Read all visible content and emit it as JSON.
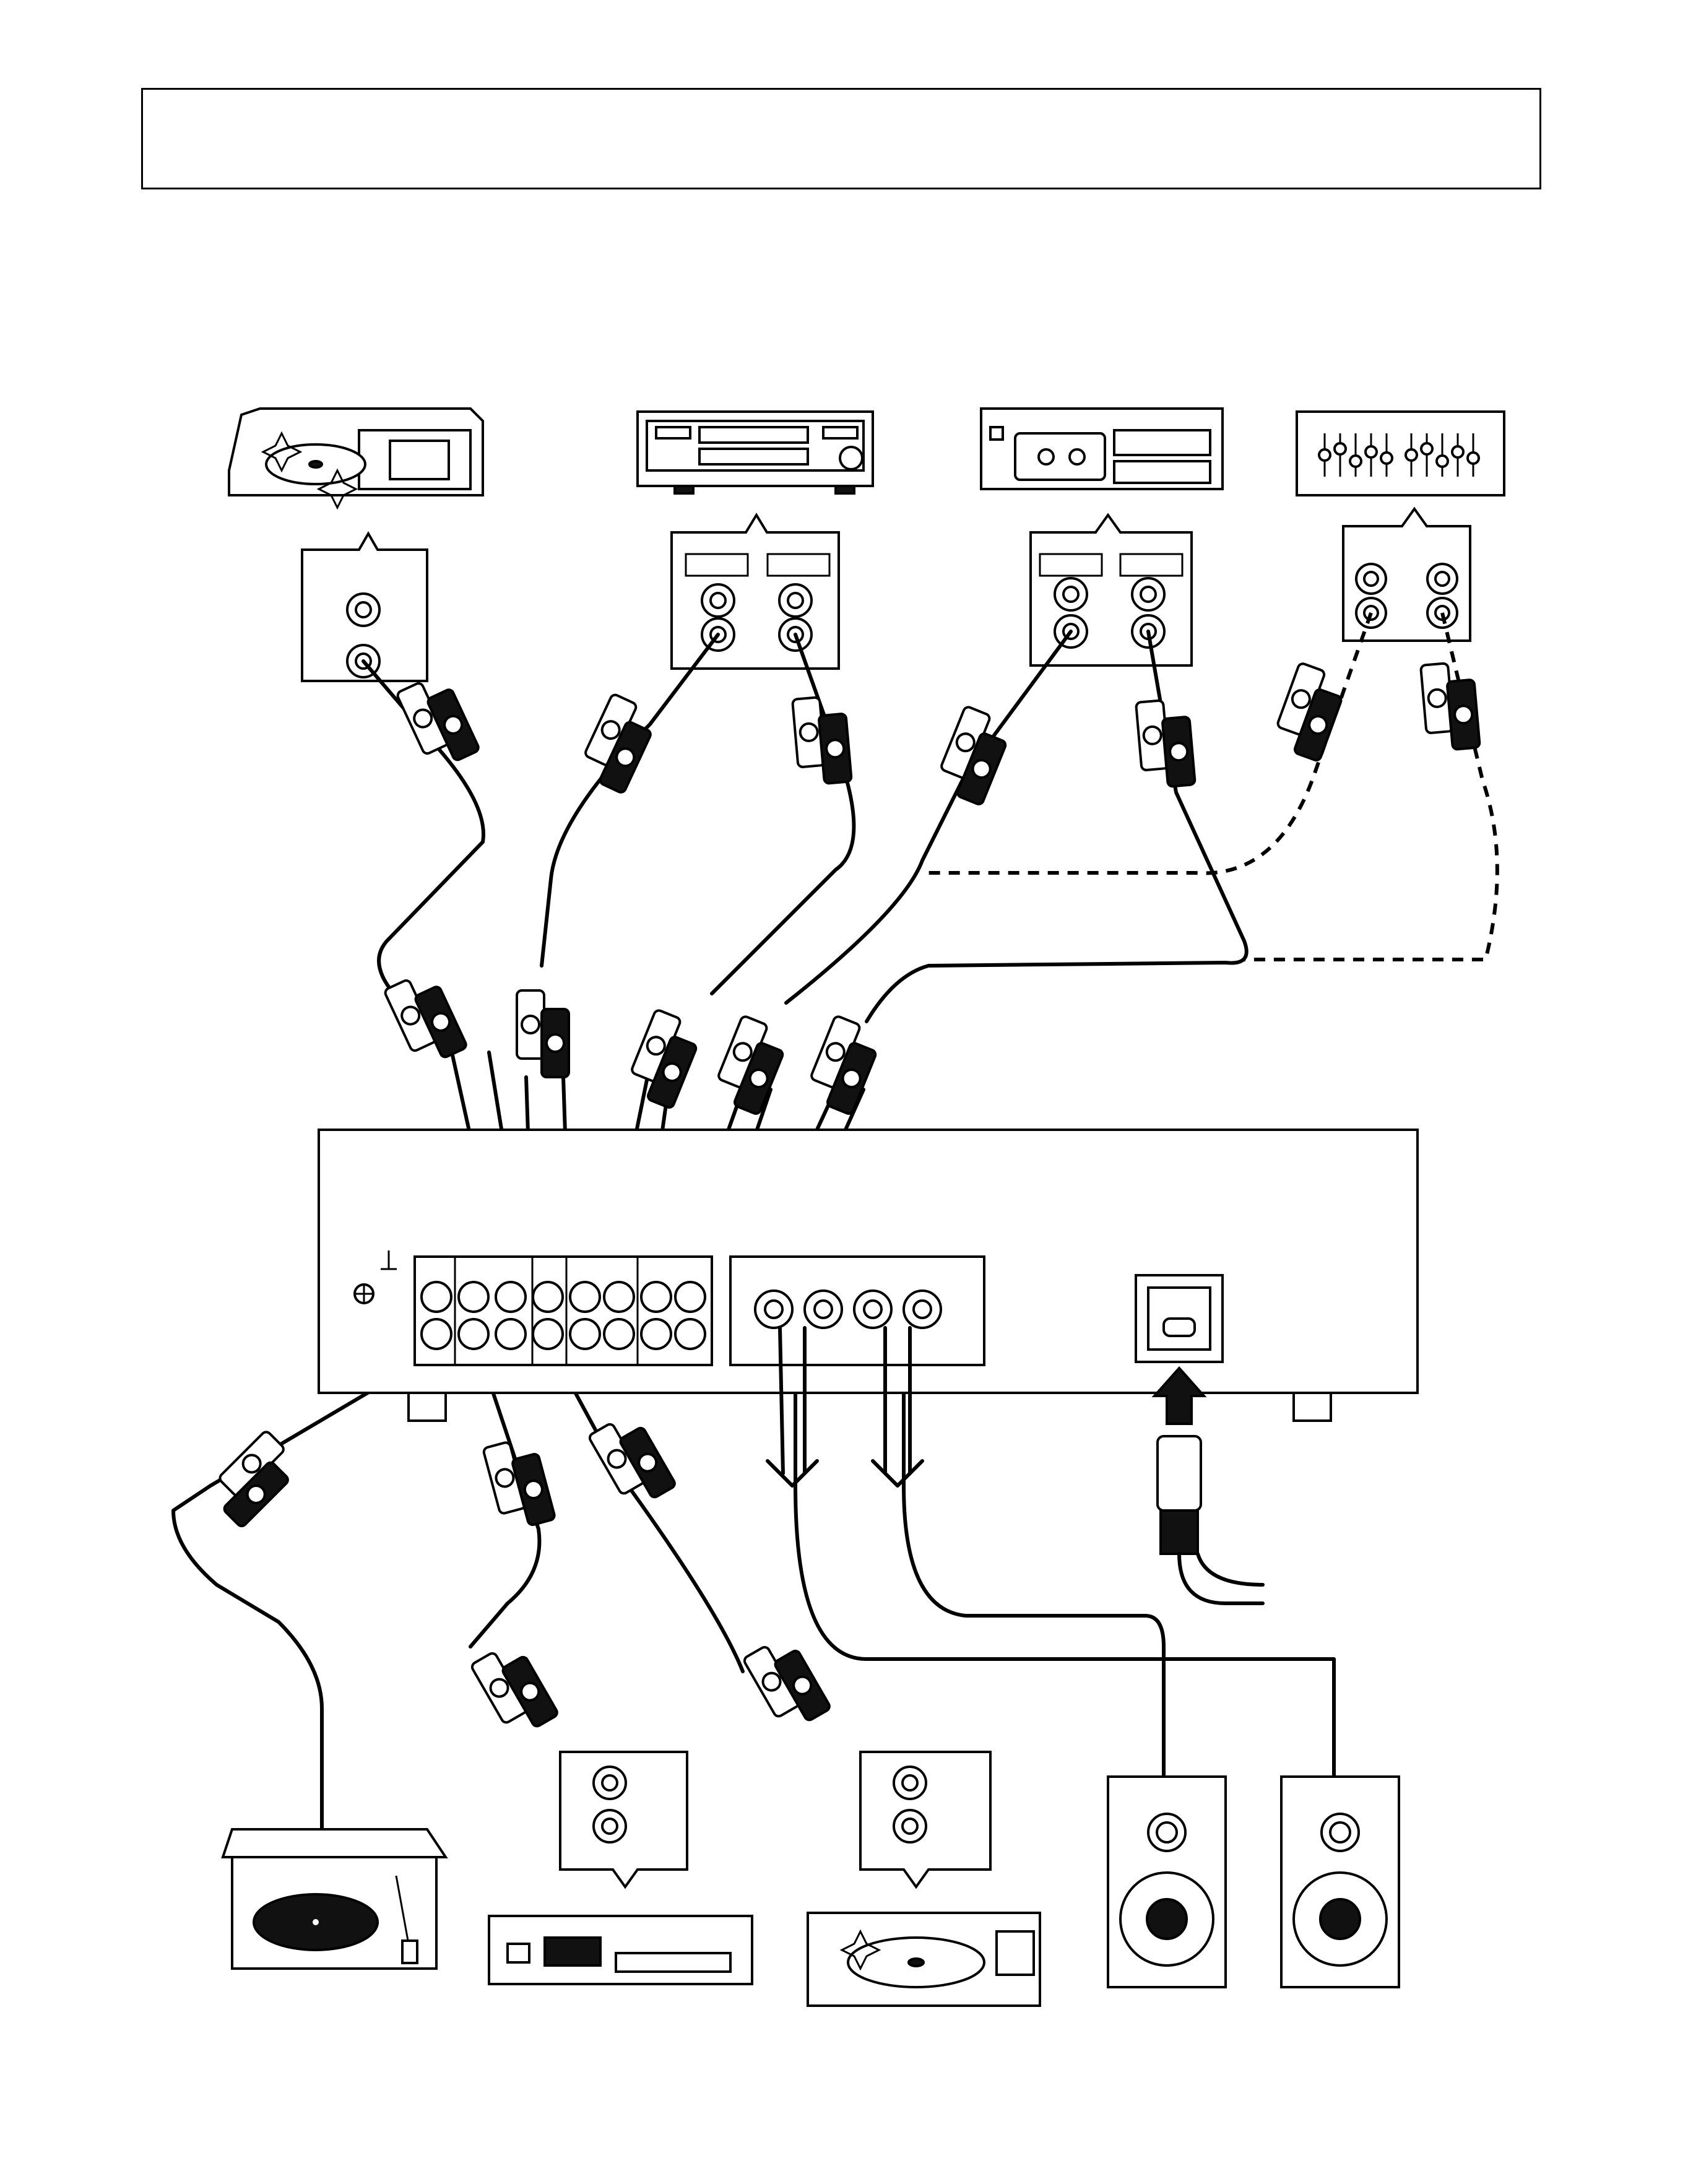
{
  "page": {
    "title_text": ""
  },
  "devices": [
    {
      "name": "cd-player-top"
    },
    {
      "name": "md-deck"
    },
    {
      "name": "cassette-deck"
    },
    {
      "name": "equalizer"
    },
    {
      "name": "turntable"
    },
    {
      "name": "tuner"
    },
    {
      "name": "cd-player-bottom"
    },
    {
      "name": "speaker-left"
    },
    {
      "name": "speaker-right"
    }
  ],
  "amplifier": {
    "name": "amplifier-rear-panel"
  },
  "power": {
    "name": "power-cord"
  },
  "colors": {
    "line": "#000000",
    "background": "#ffffff"
  }
}
